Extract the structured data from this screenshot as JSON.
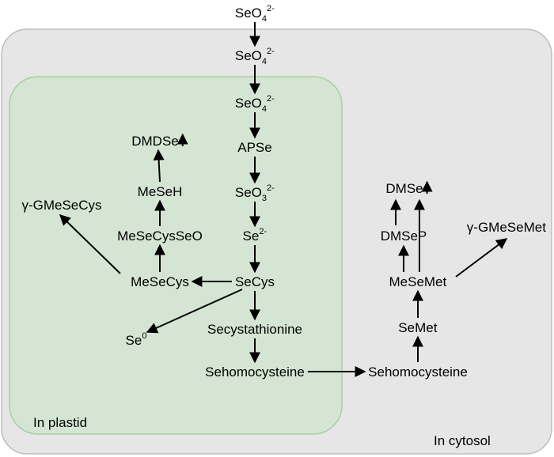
{
  "colors": {
    "cytosol_fill": "#e6e6e6",
    "cytosol_stroke": "#bdbdbd",
    "plastid_fill": "#d4e6d3",
    "plastid_stroke": "#a9cfa6",
    "text": "#000000",
    "arrow": "#000000"
  },
  "regions": {
    "plastid": "In plastid",
    "cytosol": "In cytosol"
  },
  "nodes": {
    "seo4_outside": {
      "base": "SeO",
      "sub": "4",
      "sup": "2-"
    },
    "seo4_cytosol": {
      "base": "SeO",
      "sub": "4",
      "sup": "2-"
    },
    "seo4_plastid": {
      "base": "SeO",
      "sub": "4",
      "sup": "2-"
    },
    "apse": {
      "base": "APSe"
    },
    "seo3": {
      "base": "SeO",
      "sub": "3",
      "sup": "2-"
    },
    "se2": {
      "base": "Se",
      "sup": "2-"
    },
    "secys": {
      "base": "SeCys"
    },
    "secystathionine": {
      "base": "Secystathionine"
    },
    "sehomocysteine_plastid": {
      "base": "Sehomocysteine"
    },
    "sehomocysteine_cytosol": {
      "base": "Sehomocysteine"
    },
    "mesecys": {
      "base": "MeSeCys"
    },
    "mesecysseo": {
      "base": "MeSeCysSeO"
    },
    "meseh": {
      "base": "MeSeH"
    },
    "dmdse": {
      "base": "DMDSe",
      "volatile": true
    },
    "gmesecys": {
      "base": "γ-GMeSeCys"
    },
    "se0": {
      "base": "Se",
      "sup": "0"
    },
    "semet": {
      "base": "SeMet"
    },
    "mesemet": {
      "base": "MeSeMet"
    },
    "dmsep": {
      "base": "DMSeP"
    },
    "dmse": {
      "base": "DMSe",
      "volatile": true
    },
    "gmesemet": {
      "base": "γ-GMeSeMet"
    }
  },
  "edges": [
    {
      "from": "seo4_outside",
      "to": "seo4_cytosol"
    },
    {
      "from": "seo4_cytosol",
      "to": "seo4_plastid"
    },
    {
      "from": "seo4_plastid",
      "to": "apse"
    },
    {
      "from": "apse",
      "to": "seo3"
    },
    {
      "from": "seo3",
      "to": "se2"
    },
    {
      "from": "se2",
      "to": "secys"
    },
    {
      "from": "secys",
      "to": "secystathionine"
    },
    {
      "from": "secystathionine",
      "to": "sehomocysteine_plastid"
    },
    {
      "from": "secys",
      "to": "mesecys"
    },
    {
      "from": "secys",
      "to": "se0"
    },
    {
      "from": "mesecys",
      "to": "mesecysseo"
    },
    {
      "from": "mesecysseo",
      "to": "meseh"
    },
    {
      "from": "meseh",
      "to": "dmdse"
    },
    {
      "from": "mesecys",
      "to": "gmesecys"
    },
    {
      "from": "sehomocysteine_plastid",
      "to": "sehomocysteine_cytosol"
    },
    {
      "from": "sehomocysteine_cytosol",
      "to": "semet"
    },
    {
      "from": "semet",
      "to": "mesemet"
    },
    {
      "from": "mesemet",
      "to": "dmsep"
    },
    {
      "from": "dmsep",
      "to": "dmse"
    },
    {
      "from": "mesemet",
      "to": "dmse"
    },
    {
      "from": "mesemet",
      "to": "gmesemet"
    }
  ]
}
